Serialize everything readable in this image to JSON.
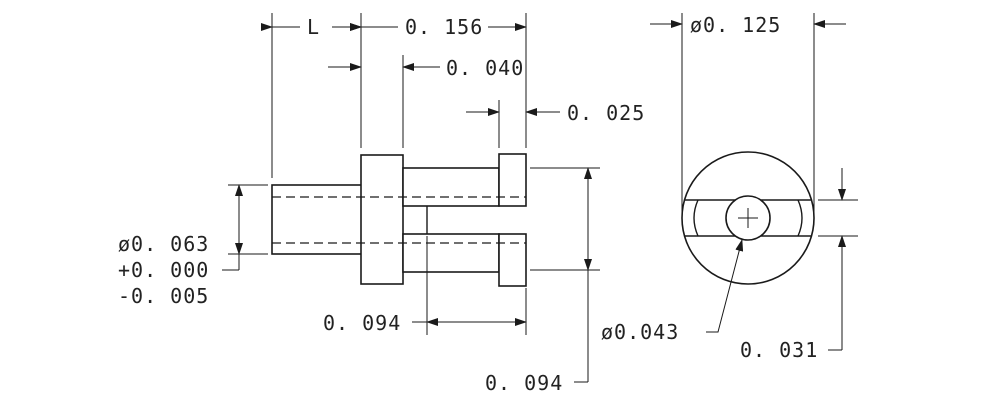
{
  "dimensions": {
    "length": "L",
    "overall": "0. 156",
    "head_thickness": "0. 040",
    "flange_thickness": "0. 025",
    "shank_diameter_line1": "ø0. 063",
    "shank_diameter_line2": "+0. 000",
    "shank_diameter_line3": "-0. 005",
    "slot_depth": "0. 094",
    "flange_diameter": "0. 094",
    "end_diameter": "ø0. 125",
    "hole_diameter": "ø0.043",
    "slot_width": "0. 031"
  }
}
